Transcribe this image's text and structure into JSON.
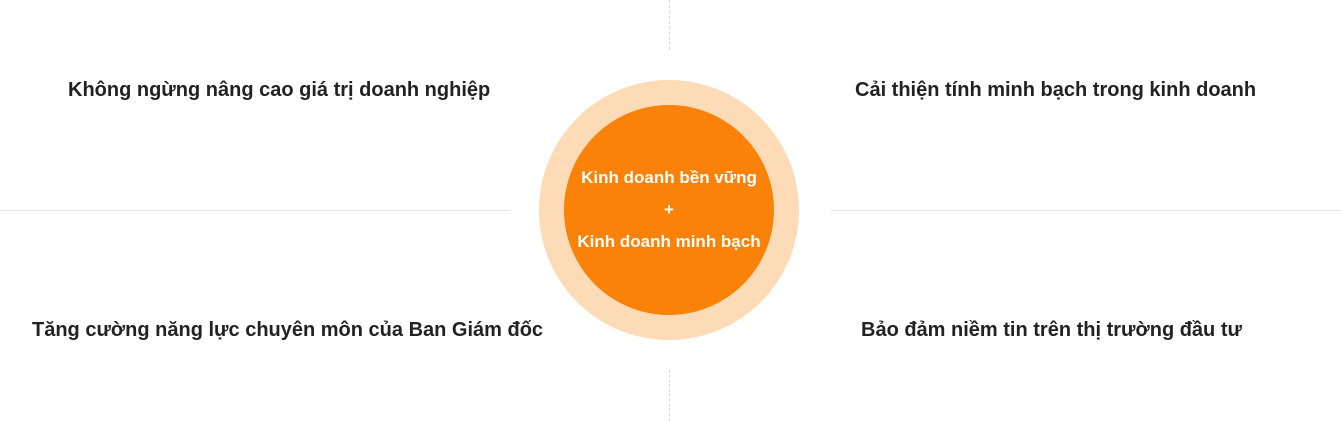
{
  "center": {
    "line1": "Kinh doanh bền vững",
    "plus": "+",
    "line2": "Kinh doanh minh bạch"
  },
  "quadrants": {
    "top_left": "Không ngừng nâng cao giá trị doanh nghiệp",
    "top_right": "Cải thiện tính minh bạch trong kinh doanh",
    "bottom_left": "Tăng cường năng lực chuyên môn của Ban Giám đốc",
    "bottom_right": "Bảo đảm niềm tin trên thị trường đầu tư"
  },
  "colors": {
    "center_fill": "#fa8209",
    "center_ring": "#fddbb6",
    "text": "#222222",
    "divider": "#e4e4e4"
  }
}
